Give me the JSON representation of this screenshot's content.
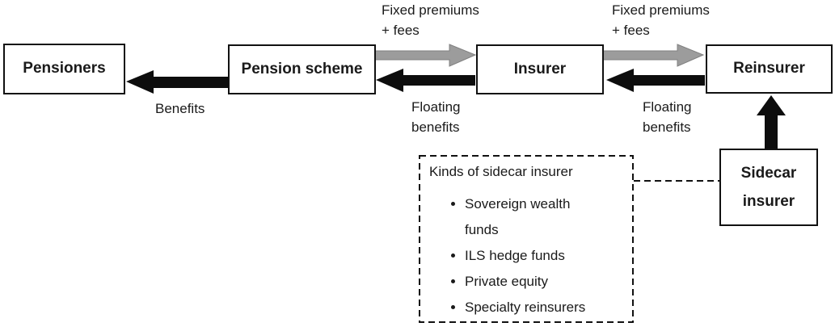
{
  "diagram": {
    "boxes": {
      "pensioners": "Pensioners",
      "pension_scheme": "Pension scheme",
      "insurer": "Insurer",
      "reinsurer": "Reinsurer",
      "sidecar_line1": "Sidecar",
      "sidecar_line2": "insurer"
    },
    "labels": {
      "benefits": "Benefits",
      "fixed_premiums_line1": "Fixed premiums",
      "fixed_premiums_line2": "+ fees",
      "floating_line1": "Floating",
      "floating_line2": "benefits"
    },
    "kinds_box": {
      "title": "Kinds of sidecar insurer",
      "items": [
        "Sovereign wealth funds",
        "ILS hedge funds",
        "Private equity",
        "Specialty reinsurers"
      ]
    },
    "colors": {
      "premium_arrow": "#9c9c9c",
      "benefit_arrow": "#0d0d0d",
      "box_border": "#111111",
      "text": "#1a1a1a",
      "background": "#ffffff"
    }
  }
}
